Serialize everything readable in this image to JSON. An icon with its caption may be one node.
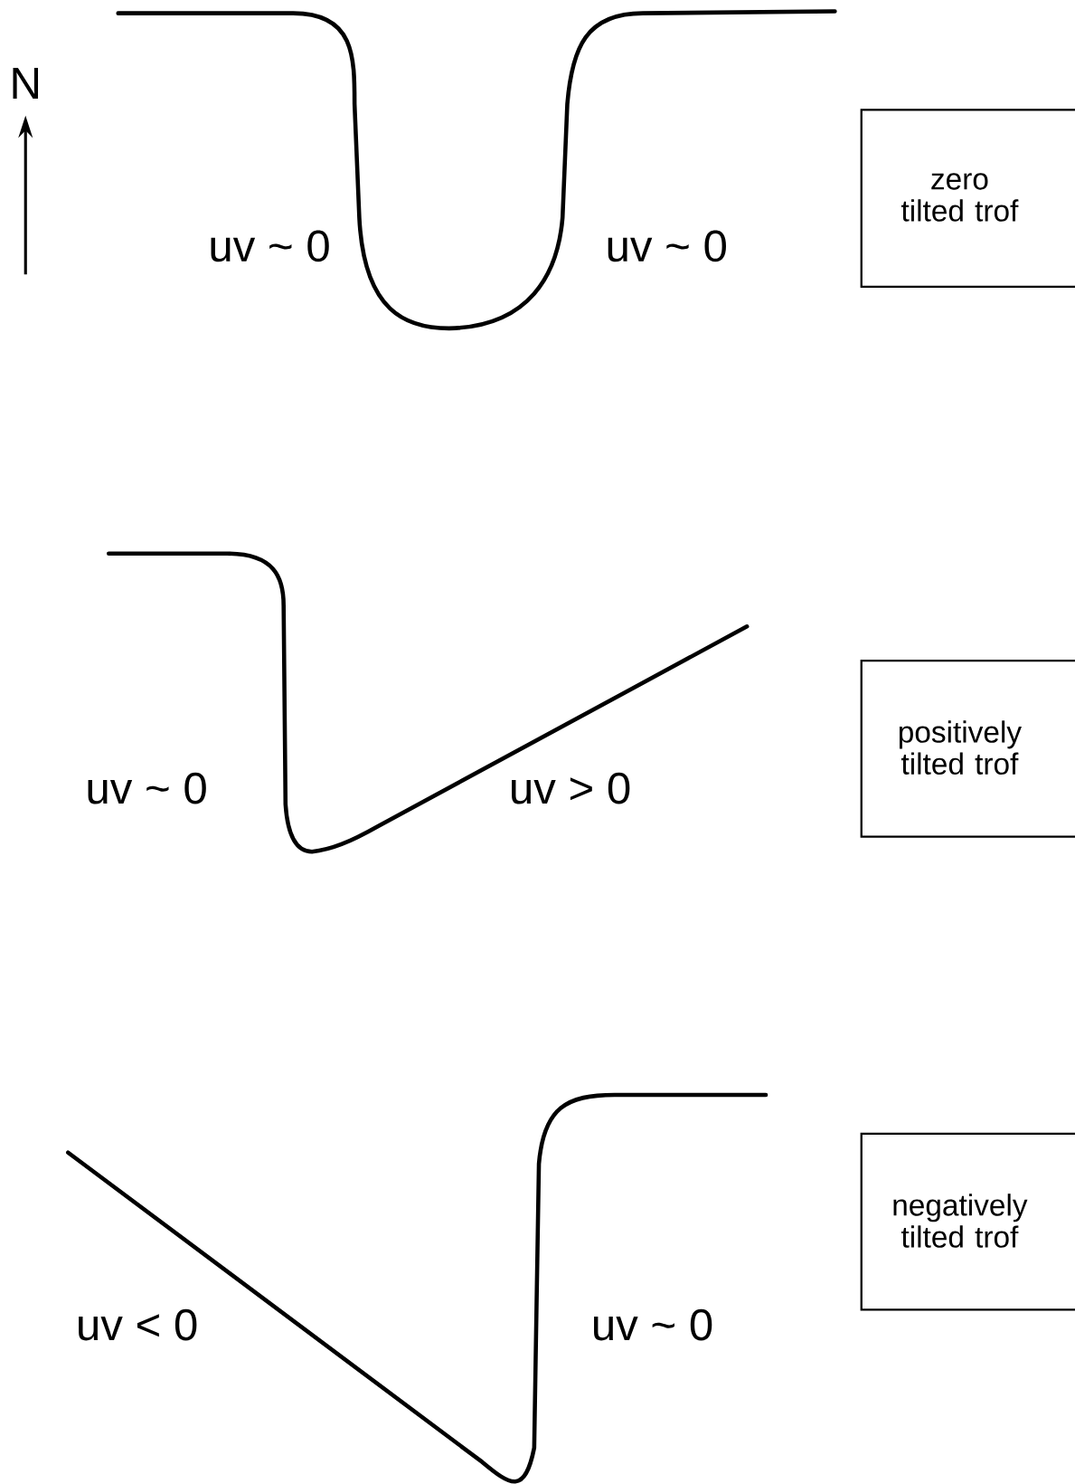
{
  "diagram": {
    "nodes": [
      {
        "text": [
          "zero tilted trof"
        ]
      },
      {
        "text": [
          "positively tilted trof"
        ]
      },
      {
        "text": [
          "negatively tilted trof"
        ]
      }
    ],
    "labels": [
      "N",
      "uv ~ 0",
      "uv ~ 0",
      "uv ~ 0",
      "uv > 0",
      "uv < 0",
      "uv ~ 0"
    ]
  }
}
